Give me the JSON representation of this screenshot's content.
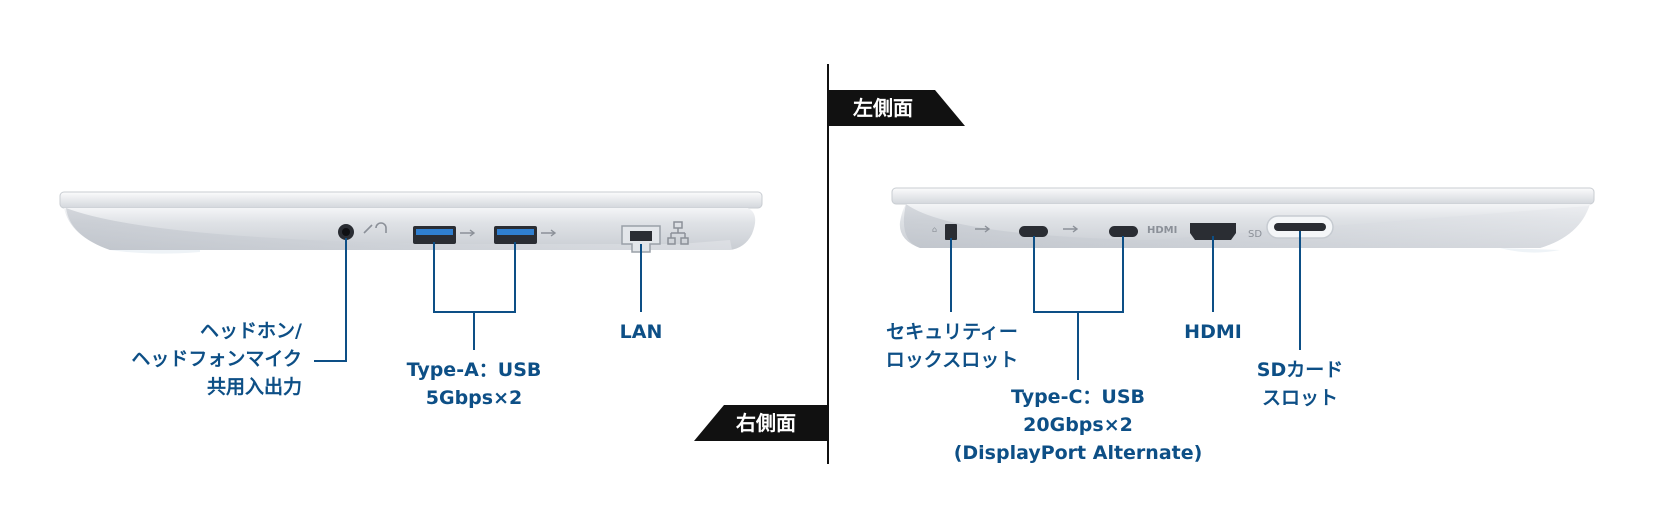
{
  "side_labels": {
    "right_side": "右側面",
    "left_side": "左側面"
  },
  "port_labels": {
    "headphone": [
      "ヘッドホン/",
      "ヘッドフォンマイク",
      "共用入出力"
    ],
    "usb_a": [
      "Type-A：USB",
      "5Gbps×2"
    ],
    "lan": [
      "LAN"
    ],
    "security": [
      "セキュリティー",
      "ロックスロット"
    ],
    "usb_c": [
      "Type-C：USB",
      "20Gbps×2",
      "(DisplayPort  Alternate)"
    ],
    "hdmi": [
      "HDMI"
    ],
    "sd": [
      "SDカード",
      "スロット"
    ]
  },
  "port_icons": {
    "hdmi_logo": "HDMI",
    "sd_logo": "SD"
  },
  "colors": {
    "callout": "#0d4f86",
    "label_text": "#0d4f86",
    "tag_bg": "#111111",
    "laptop_body": "#d9dde2",
    "laptop_top": "#eceef1",
    "port_dark": "#2a2d33",
    "port_blue": "#2f7fd0"
  }
}
